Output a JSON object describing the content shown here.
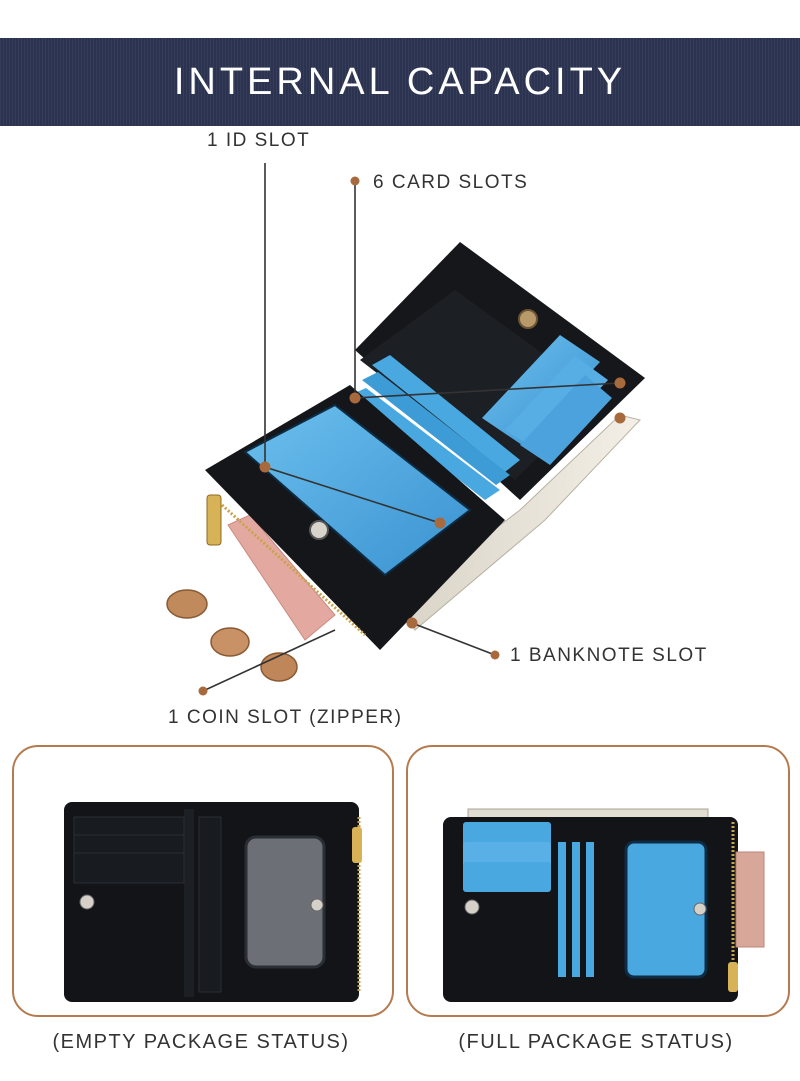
{
  "banner": {
    "title": "INTERNAL CAPACITY"
  },
  "callouts": {
    "id_slot": "1 ID SLOT",
    "card_slots": "6 CARD SLOTS",
    "banknote_slot": "1 BANKNOTE SLOT",
    "coin_slot": "1 COIN SLOT (ZIPPER)"
  },
  "panels": {
    "empty": {
      "caption": "(EMPTY PACKAGE STATUS)"
    },
    "full": {
      "caption": "(FULL PACKAGE STATUS)"
    }
  },
  "colors": {
    "banner": "#2b3350",
    "accent_dot": "#a86a3d",
    "panel_border": "#b57a4e",
    "card_blue": "#4aa8e0",
    "leather": "#121418"
  }
}
